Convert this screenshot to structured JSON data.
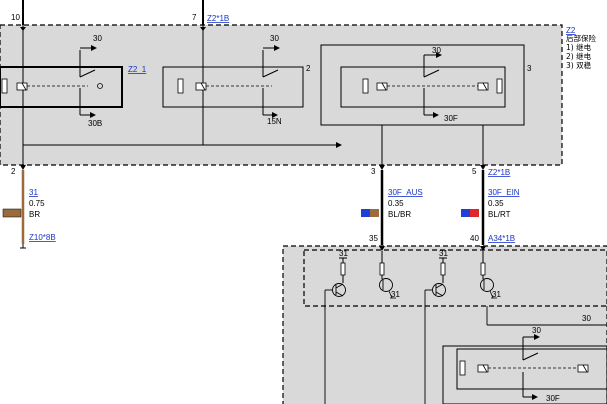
{
  "top_pins": {
    "left": "10",
    "right": "7"
  },
  "top_connector_link": "Z2*1B",
  "module": {
    "id": "Z2",
    "title": "后部保险",
    "notes": [
      "1)  继电",
      "2)  继电",
      "3)  双稳"
    ]
  },
  "relays": {
    "r1": {
      "supply": "30",
      "output": "30B",
      "link": "Z2_1"
    },
    "r2": {
      "supply": "30",
      "output": "15N",
      "num": "2"
    },
    "r3": {
      "supply": "30",
      "output": "30F",
      "num": "3"
    }
  },
  "wire_left": {
    "pin_top": "2",
    "name": "31",
    "gauge": "0.75",
    "color_code": "BR",
    "color": "#9b6a3e",
    "end_link": "Z10*8B"
  },
  "wire_mid": {
    "pin_top": "3",
    "name": "30F_AUS",
    "gauge": "0.35",
    "color_code": "BL/BR",
    "color_a": "#1f3fd6",
    "color_b": "#9b6a3e",
    "pin_bottom": "35"
  },
  "wire_right": {
    "pin_top": "5",
    "top_link": "Z2*1B",
    "name": "30F_EIN",
    "gauge": "0.35",
    "color_code": "BL/RT",
    "color_a": "#1f3fd6",
    "color_b": "#e0262a",
    "pin_bottom": "40",
    "bottom_link": "A34*1B"
  },
  "lower_module": {
    "ground_labels": [
      "31",
      "31",
      "31",
      "31"
    ],
    "supply_label": "30",
    "relay_output": "30F"
  },
  "colors": {
    "module_fill": "#d9d9d9",
    "line": "#000000",
    "link": "#1a33c8"
  }
}
